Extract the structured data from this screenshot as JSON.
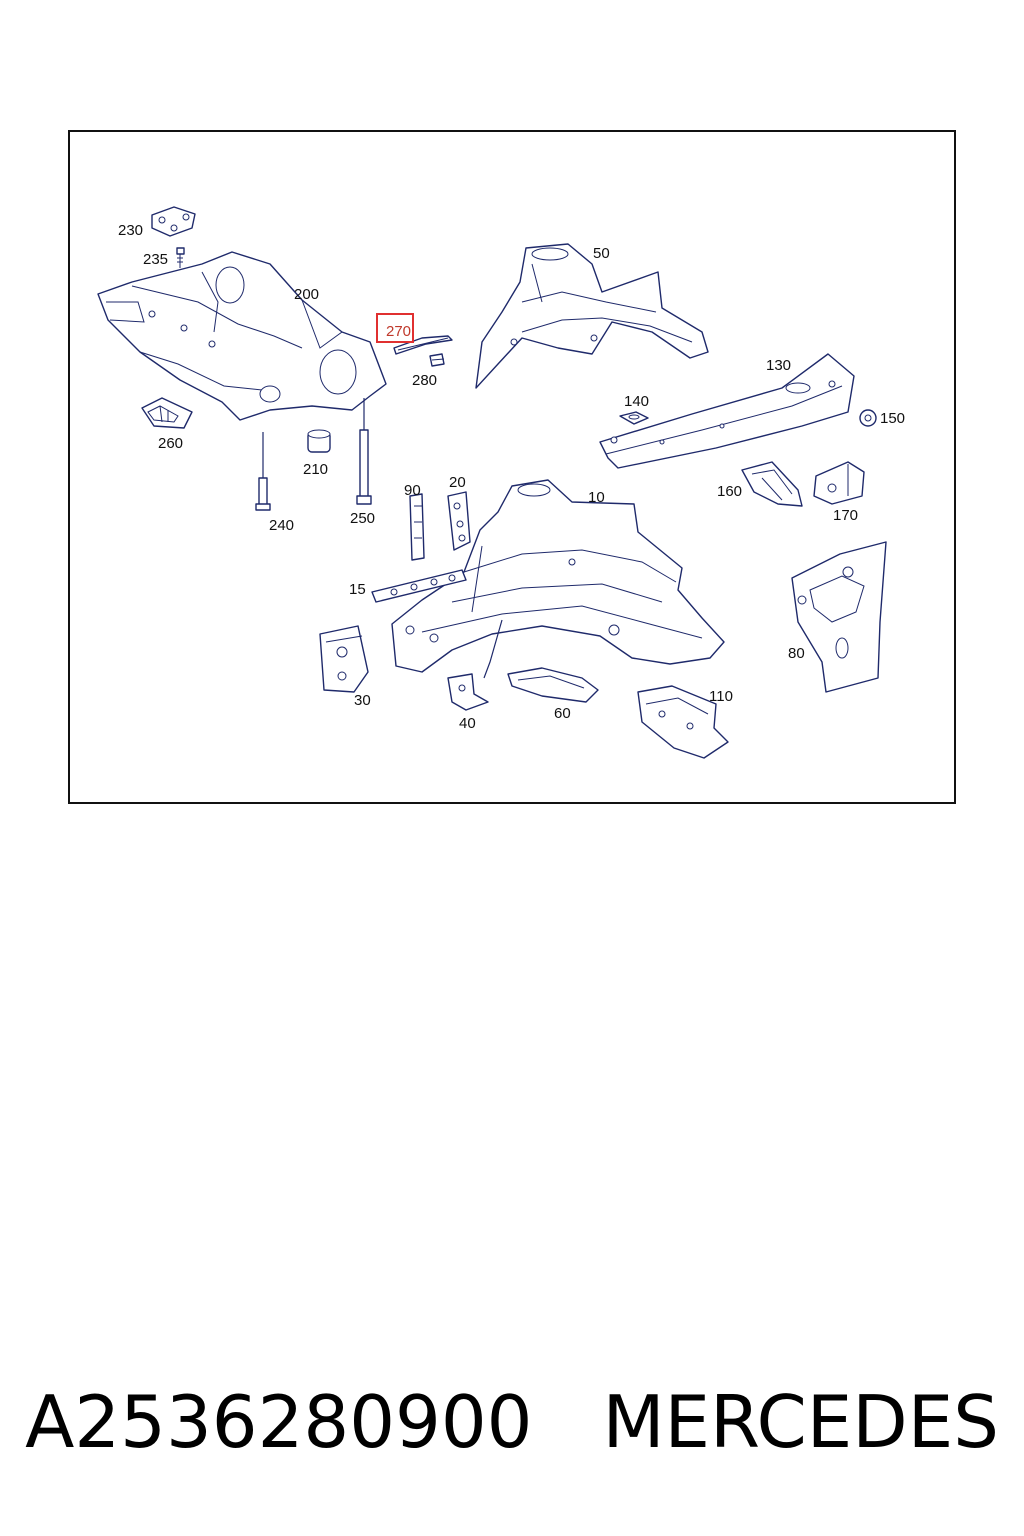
{
  "diagram": {
    "highlighted_part": "270",
    "highlight_color": "#e03030",
    "line_color": "#1f2a6b",
    "labels": [
      "230",
      "235",
      "200",
      "270",
      "280",
      "260",
      "210",
      "240",
      "250",
      "50",
      "140",
      "130",
      "150",
      "160",
      "170",
      "90",
      "20",
      "10",
      "15",
      "30",
      "40",
      "60",
      "110",
      "80"
    ]
  },
  "footer": {
    "part_number": "A2536280900",
    "brand": "MERCEDES"
  }
}
